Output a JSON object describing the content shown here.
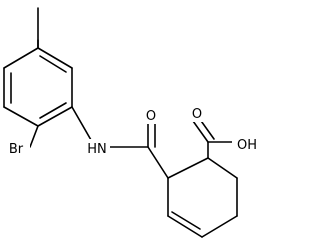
{
  "molecule": {
    "labels": {
      "bromine": "Br",
      "amide_nh": "HN",
      "amide_o": "O",
      "acid_o": "O",
      "acid_oh": "OH"
    }
  }
}
